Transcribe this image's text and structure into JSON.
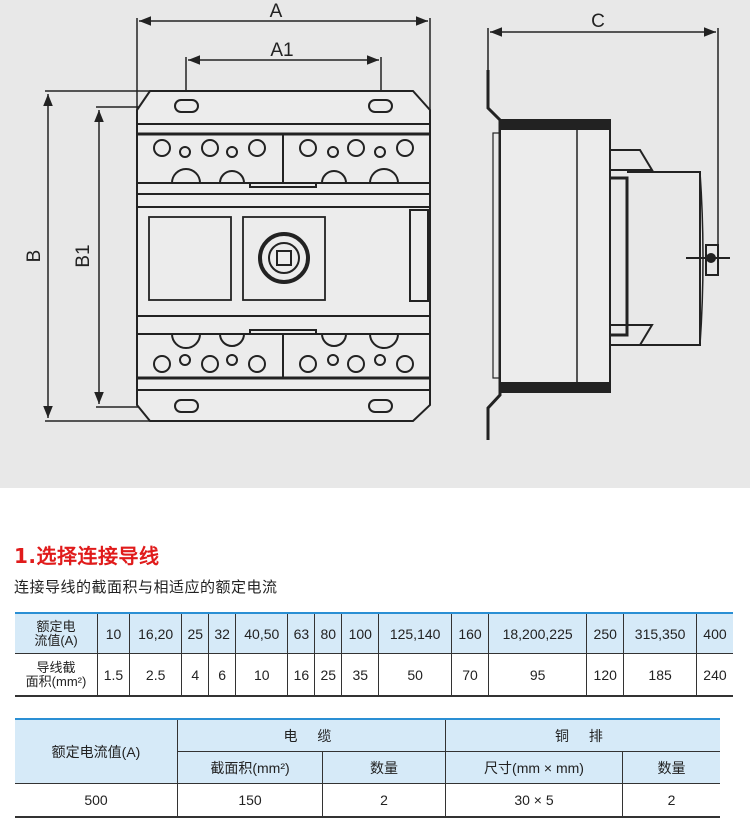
{
  "diagram": {
    "front_view": {
      "width_label": "A",
      "hole_spacing_label": "A1",
      "height_label": "B",
      "hole_height_label": "B1"
    },
    "side_view": {
      "depth_label": "C"
    }
  },
  "section": {
    "title": "1.选择连接导线",
    "subtitle": "连接导线的截面积与相适应的额定电流"
  },
  "wire_table": {
    "row_headers": {
      "current": [
        "额定电",
        "流值(A)"
      ],
      "area": [
        "导线截",
        "面积(mm²)"
      ]
    },
    "columns": [
      {
        "current": "10",
        "area": "1.5"
      },
      {
        "current": "16,20",
        "area": "2.5"
      },
      {
        "current": "25",
        "area": "4"
      },
      {
        "current": "32",
        "area": "6"
      },
      {
        "current": "40,50",
        "area": "10"
      },
      {
        "current": "63",
        "area": "16"
      },
      {
        "current": "80",
        "area": "25"
      },
      {
        "current": "100",
        "area": "35"
      },
      {
        "current": "125,140",
        "area": "50"
      },
      {
        "current": "160",
        "area": "70"
      },
      {
        "current": "18,200,225",
        "area": "95"
      },
      {
        "current": "250",
        "area": "120"
      },
      {
        "current": "315,350",
        "area": "185"
      },
      {
        "current": "400",
        "area": "240"
      }
    ]
  },
  "busbar_table": {
    "headers": {
      "rated_current": "额定电流值(A)",
      "cable": "电 缆",
      "copper_bar": "铜 排",
      "cable_area": "截面积(mm²)",
      "cable_qty": "数量",
      "bar_size": "尺寸(mm × mm)",
      "bar_qty": "数量"
    },
    "rows": [
      {
        "rated_current": "500",
        "cable_area": "150",
        "cable_qty": "2",
        "bar_size": "30 × 5",
        "bar_qty": "2"
      }
    ]
  },
  "colors": {
    "title_red": "#e01b1b",
    "table_header_blue": "#d6eaf8",
    "table_accent_blue": "#2a8fd4",
    "diagram_bg": "#e8e8e8"
  }
}
